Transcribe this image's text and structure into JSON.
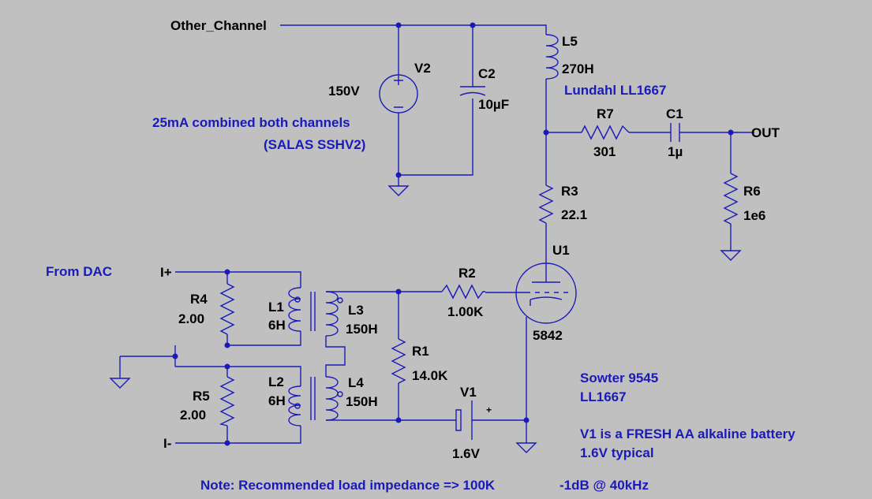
{
  "labels": {
    "other_channel": "Other_Channel",
    "out": "OUT",
    "i_plus": "I+",
    "i_minus": "I-"
  },
  "components": {
    "v2": {
      "name": "V2",
      "value": "150V"
    },
    "c2": {
      "name": "C2",
      "value": "10µF"
    },
    "l5": {
      "name": "L5",
      "value": "270H"
    },
    "r7": {
      "name": "R7",
      "value": "301"
    },
    "c1": {
      "name": "C1",
      "value": "1µ"
    },
    "r3": {
      "name": "R3",
      "value": "22.1"
    },
    "r6": {
      "name": "R6",
      "value": "1e6"
    },
    "u1": {
      "name": "U1",
      "value": "5842"
    },
    "r2": {
      "name": "R2",
      "value": "1.00K"
    },
    "r4": {
      "name": "R4",
      "value": "2.00"
    },
    "l1": {
      "name": "L1",
      "value": "6H"
    },
    "l3": {
      "name": "L3",
      "value": "150H"
    },
    "r1": {
      "name": "R1",
      "value": "14.0K"
    },
    "r5": {
      "name": "R5",
      "value": "2.00"
    },
    "l2": {
      "name": "L2",
      "value": "6H"
    },
    "l4": {
      "name": "L4",
      "value": "150H"
    },
    "v1": {
      "name": "V1",
      "value": "1.6V"
    }
  },
  "notes": {
    "lundahl": "Lundahl LL1667",
    "supply_current": "25mA combined both channels",
    "supply_source": "(SALAS SSHV2)",
    "from_dac": "From DAC",
    "sowter": "Sowter 9545",
    "ll1667": "LL1667",
    "battery": "V1 is a FRESH AA alkaline battery",
    "battery_typ": "1.6V typical",
    "load": "Note: Recommended load impedance => 100K",
    "response": "-1dB @ 40kHz"
  },
  "colors": {
    "background": "#c0c0c0",
    "wire": "#1a1ab8",
    "text": "#000000",
    "note": "#1a1ab8"
  }
}
